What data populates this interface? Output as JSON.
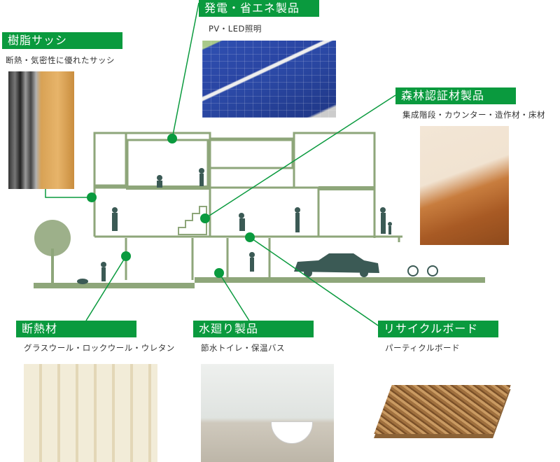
{
  "colors": {
    "accent": "#0a9a3e",
    "house": "#8ea67a"
  },
  "products": [
    {
      "title": "樹脂サッシ",
      "desc": "断熱・気密性に優れたサッシ",
      "image": "resin-sash-photo"
    },
    {
      "title": "発電・省エネ製品",
      "desc": "PV・LED照明",
      "image": "solar-panel-photo"
    },
    {
      "title": "森林認証材製品",
      "desc": "集成階段・カウンター・造作材・床材",
      "image": "wooden-staircase-photo"
    },
    {
      "title": "断熱材",
      "desc": "グラスウール・ロックウール・ウレタン",
      "image": "insulation-photo"
    },
    {
      "title": "水廻り製品",
      "desc": "節水トイレ・保温バス",
      "image": "bathroom-photo"
    },
    {
      "title": "リサイクルボード",
      "desc": "パーティクルボード",
      "image": "particle-board-photo"
    }
  ]
}
